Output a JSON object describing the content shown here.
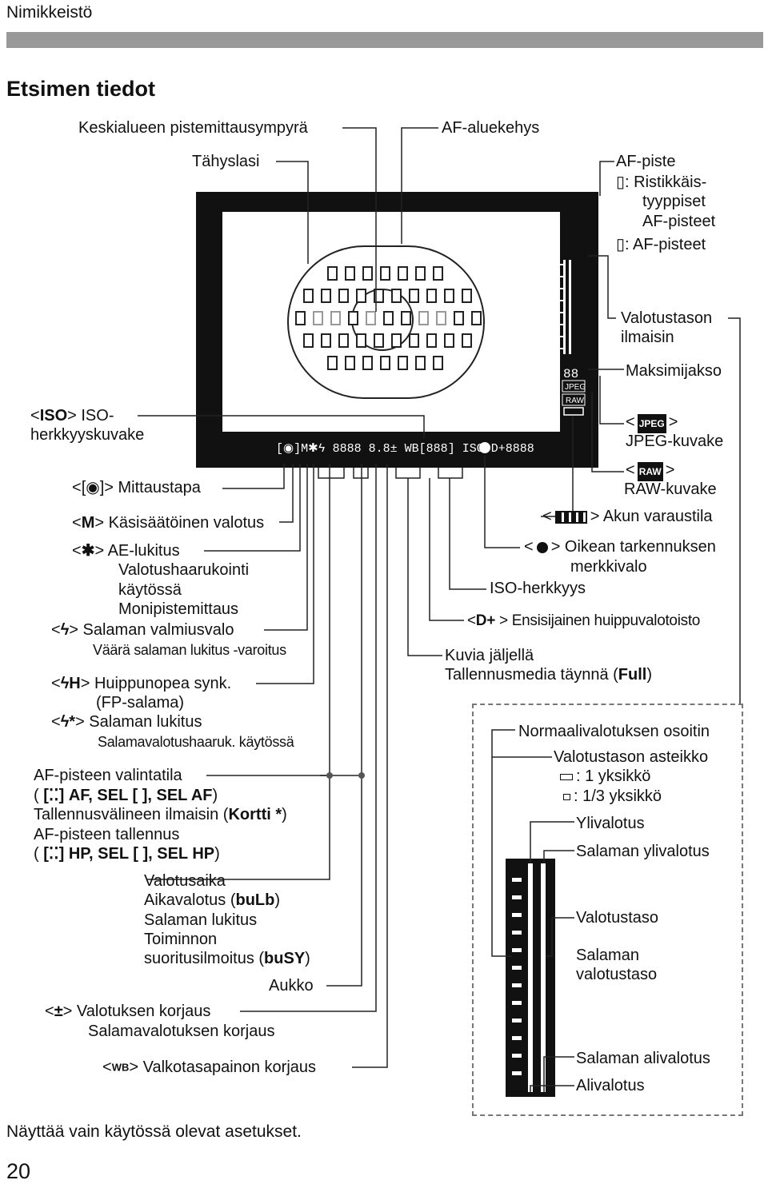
{
  "header": {
    "section": "Nimikkeistö"
  },
  "title": "Etsimen tiedot",
  "labels": {
    "center_circle": "Keskialueen pistemittausympyrä",
    "focusing_screen": "Tähyslasi",
    "af_area_frame": "AF-aluekehys",
    "af_point": "AF-piste",
    "af_cross": ": Ristikkäis-",
    "af_cross2": "tyyppiset",
    "af_cross3": "AF-pisteet",
    "af_plain": ": AF-pisteet",
    "exposure_level": "Valotustason",
    "exposure_level2": "ilmaisin",
    "max_burst": "Maksimijakso",
    "jpeg_icon": "JPEG-kuvake",
    "raw_icon": "RAW-kuvake",
    "battery": "> Akun varaustila",
    "focus_confirm": "> Oikean tarkennuksen",
    "focus_confirm2": "merkkivalo",
    "iso_speed": "ISO-herkkyys",
    "highlight": "> Ensisijainen huippuvalotoisto",
    "shots_remaining": "Kuvia jäljellä",
    "card_full": "Tallennusmedia täynnä (",
    "card_full_bold": "Full",
    "iso_icon": "> ISO-",
    "iso_icon2": "herkkyyskuvake",
    "metering": "> Mittaustapa",
    "manual": "> Käsisäätöinen valotus",
    "ae_lock": "> AE-lukitus",
    "ae_lock2": "Valotushaarukointi",
    "ae_lock3": "käytössä",
    "ae_lock4": "Monipistemittaus",
    "flash_ready": "> Salaman valmiusvalo",
    "flash_warn": "Väärä salaman lukitus -varoitus",
    "hss": "> Huippunopea synk.",
    "hss2": "(FP-salama)",
    "fe_lock": "> Salaman lukitus",
    "fe_lock2": "Salamavalotushaaruk. käytössä",
    "af_mode": "AF-pisteen valintatila",
    "af_mode2_a": "(",
    "af_mode2_b": "AF, SEL [ ], SEL AF",
    "af_mode2_c": ")",
    "card_ind": "Tallennusvälineen ilmaisin (",
    "card_ind_bold": "Kortti *",
    "card_ind_end": ")",
    "af_reg": "AF-pisteen tallennus",
    "af_reg2_a": "(",
    "af_reg2_b": "HP, SEL [ ], SEL HP",
    "af_reg2_c": ")",
    "shutter": "Valotusaika",
    "bulb": "Aikavalotus (",
    "bulb_bold": "buLb",
    "bulb_end": ")",
    "fe_lock_b": "Salaman lukitus",
    "busy": "Toiminnon",
    "busy2": "suoritusilmoitus (",
    "busy2_bold": "buSY",
    "busy2_end": ")",
    "aperture": "Aukko",
    "exp_comp": "> Valotuksen korjaus",
    "exp_comp2": "Salamavalotuksen korjaus",
    "wb_corr": "> Valkotasapainon korjaus",
    "std_exp": "Normaalivalotuksen osoitin",
    "exp_scale": "Valotustason asteikko",
    "one_stop": ": 1 yksikkö",
    "third_stop": ": 1/3 yksikkö",
    "overexp": "Ylivalotus",
    "flash_over": "Salaman ylivalotus",
    "exp_lvl": "Valotustaso",
    "flash_lvl": "Salaman",
    "flash_lvl2": "valotustaso",
    "flash_under": "Salaman alivalotus",
    "underexp": "Alivalotus"
  },
  "icons": {
    "iso": "ISO",
    "metering": "[◉]",
    "manual": "M",
    "ae_lock": "✱",
    "flash": "ϟ",
    "hss": "ϟH",
    "fe_lock": "ϟ*",
    "comp": "±",
    "wb": "WB",
    "jpeg": "JPEG",
    "raw": "RAW",
    "highlight": "D+",
    "af_bracket": "[⁚⁚]"
  },
  "lcd": {
    "readout": "[◉]M✱ϟ 8888  8.8± WB[888] ISO D+8888",
    "burst_digits": "88",
    "jpeg": "JPEG",
    "raw": "RAW"
  },
  "footnote": "Näyttää vain käytössä olevat asetukset.",
  "page_number": "20"
}
